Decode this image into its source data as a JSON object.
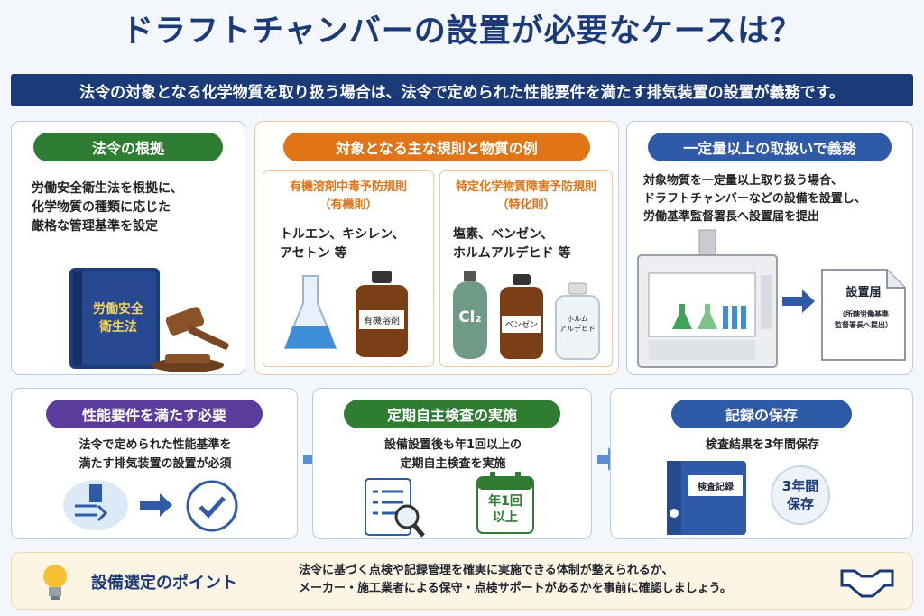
{
  "title": "ドラフトチャンバーの設置が必要なケースは？",
  "banner": "法令の対象となる化学物質を取り扱う場合は、法令で定められた性能要件を満たす排気装置の設置が義務です。",
  "card1": {
    "heading": "法令の根拠",
    "body": "労働安全衛生法を根拠に、\n化学物質の種類に応じた\n厳格な管理基準を設定",
    "book_label": "労働安全\n衛生法"
  },
  "card2": {
    "heading": "対象となる主な規則と物質の例",
    "left": {
      "title": "有機溶剤中毒予防規則\n（有機則）",
      "examples": "トルエン、キシレン、\nアセトン  等",
      "bottle_label": "有機溶剤"
    },
    "right": {
      "title": "特定化学物質障害予防規則\n（特化則）",
      "examples": "塩素、ベンゼン、\nホルムアルデヒド 等",
      "cyl_label": "Cl₂",
      "bottle_label": "ベンゼン",
      "bottle2_label": "ホルム\nアルデヒド"
    }
  },
  "card3": {
    "heading": "一定量以上の取扱いで義務",
    "body": "対象物質を一定量以上取り扱う場合、\nドラフトチャンバーなどの設備を設置し、\n労働基準監督署長へ設置届を提出",
    "doc_title": "設置届",
    "doc_sub": "（所轄労働基準\n監督署長へ提出）"
  },
  "card4": {
    "heading": "性能要件を満たす必要",
    "body": "法令で定められた性能基準を\n満たす排気装置の設置が必須"
  },
  "card5": {
    "heading": "定期自主検査の実施",
    "body": "設備設置後も年1回以上の\n定期自主検査を実施",
    "calendar": "年1回\n以上"
  },
  "card6": {
    "heading": "記録の保存",
    "body": "検査結果を3年間保存",
    "binder": "検査記録",
    "badge": "3年間\n保存"
  },
  "bottom": {
    "heading": "設備選定のポイント",
    "body": "法令に基づく点検や記録管理を確実に実施できる体制が整えられるか、\nメーカー・施工業者による保守・点検サポートがあるかを事前に確認しましょう。"
  },
  "colors": {
    "navy": "#1b3a78",
    "green": "#2e7d32",
    "orange": "#e07416",
    "blue": "#2f5aa8",
    "purple": "#5b3c9c"
  }
}
